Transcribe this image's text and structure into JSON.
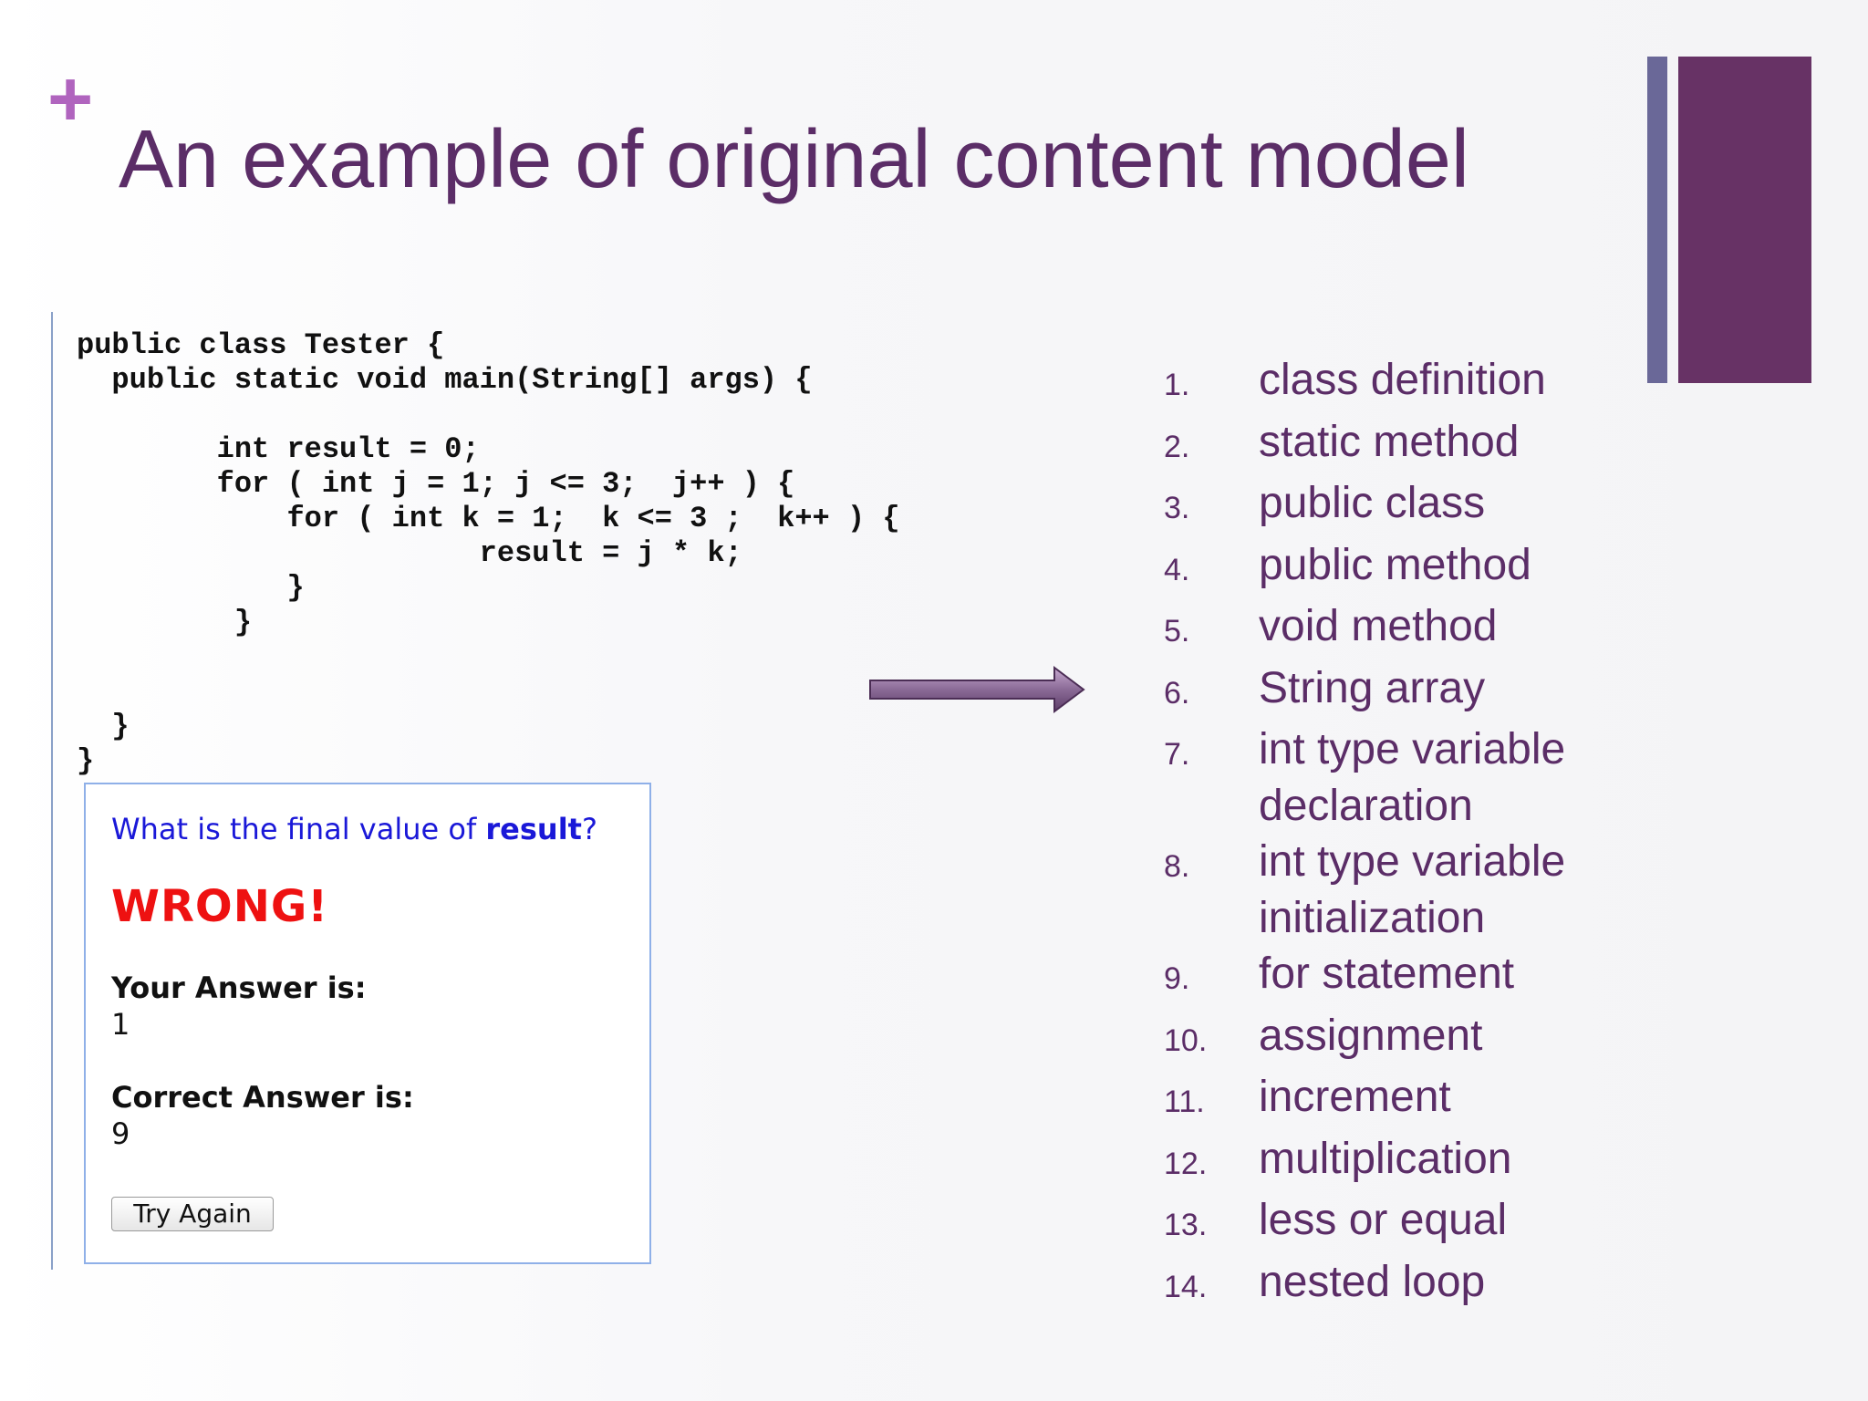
{
  "slide": {
    "plus_symbol": "+",
    "title": "An example of original content model"
  },
  "colors": {
    "title": "#5b2d67",
    "plus_accent": "#b064be",
    "accent_bar_thin": "#6a6898",
    "accent_bar_thick": "#673265",
    "question_text": "#1a18d8",
    "wrong_text": "#ee1111",
    "quiz_border": "#8fb0e8",
    "arrow_fill": "#8a6a96"
  },
  "icons": {
    "right_arrow": "right-arrow-icon",
    "plus": "plus-icon"
  },
  "code": {
    "lines": [
      "public class Tester {",
      "  public static void main(String[] args) {",
      "",
      "        int result = 0;",
      "        for ( int j = 1; j <= 3;  j++ ) {",
      "            for ( int k = 1;  k <= 3 ;  k++ ) {",
      "                       result = j * k;",
      "            }",
      "         }",
      "",
      "",
      "  }",
      "}"
    ]
  },
  "quiz": {
    "question_prefix": "What is the final value of ",
    "question_keyword": "result",
    "question_suffix": "?",
    "status": "WRONG!",
    "your_answer_label": "Your Answer is:",
    "your_answer_value": "1",
    "correct_answer_label": "Correct Answer is:",
    "correct_answer_value": "9",
    "try_again_button": "Try Again"
  },
  "concepts": [
    {
      "number": "1.",
      "text": "class definition"
    },
    {
      "number": "2.",
      "text": "static method"
    },
    {
      "number": "3.",
      "text": "public class"
    },
    {
      "number": "4.",
      "text": "public method"
    },
    {
      "number": "5.",
      "text": "void method"
    },
    {
      "number": "6.",
      "text": "String array"
    },
    {
      "number": "7.",
      "text": "int type variable\ndeclaration"
    },
    {
      "number": "8.",
      "text": "int type variable\ninitialization"
    },
    {
      "number": "9.",
      "text": "for statement"
    },
    {
      "number": "10.",
      "text": "assignment"
    },
    {
      "number": "11.",
      "text": "increment"
    },
    {
      "number": "12.",
      "text": "multiplication"
    },
    {
      "number": "13.",
      "text": "less or equal"
    },
    {
      "number": "14.",
      "text": "nested loop"
    }
  ]
}
